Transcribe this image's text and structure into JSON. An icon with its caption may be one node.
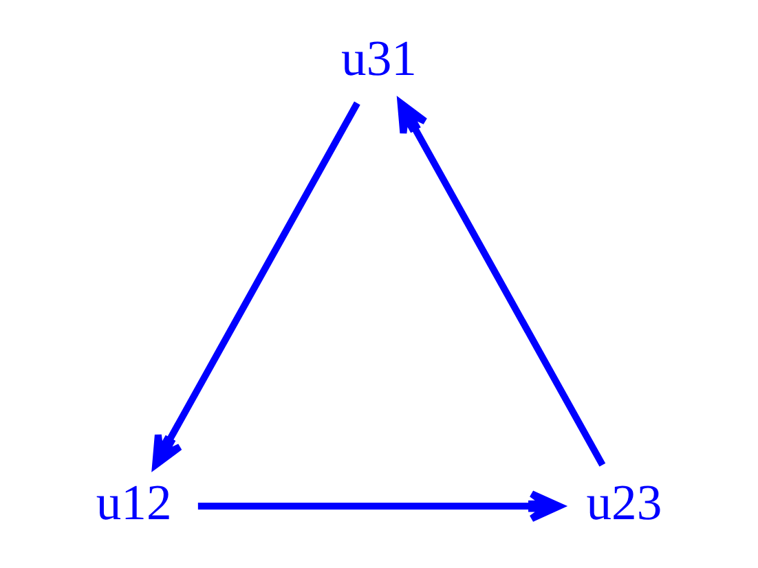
{
  "diagram": {
    "nodes": [
      {
        "text": [
          "u31"
        ]
      },
      {
        "text": [
          "u12"
        ]
      },
      {
        "text": [
          "u23"
        ]
      }
    ],
    "edges": [
      {
        "from": 0,
        "to": 1,
        "arrow": "to"
      },
      {
        "from": 1,
        "to": 2,
        "arrow": "to"
      },
      {
        "from": 2,
        "to": 0,
        "arrow": "to"
      }
    ]
  }
}
